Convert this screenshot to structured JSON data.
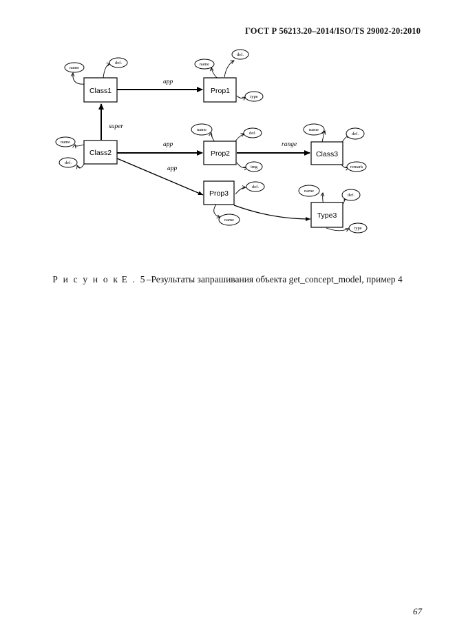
{
  "header": {
    "doc_id": "ГОСТ Р 56213.20–2014/ISO/TS 29002-20:2010"
  },
  "diagram": {
    "nodes": {
      "class1": "Class1",
      "class2": "Class2",
      "class3": "Class3",
      "prop1": "Prop1",
      "prop2": "Prop2",
      "prop3": "Prop3",
      "type3": "Type3"
    },
    "attributes": {
      "name": "name",
      "def": "def.",
      "type": "type",
      "img": "img",
      "remark": "remark"
    },
    "edges": {
      "app": "app",
      "range": "range",
      "super": "super"
    }
  },
  "caption": {
    "prefix": "Р и с у н о к",
    "number": "Е . 5",
    "text": "–Результаты запрашивания объекта get_concept_model, пример 4"
  },
  "page": {
    "number": "67"
  }
}
